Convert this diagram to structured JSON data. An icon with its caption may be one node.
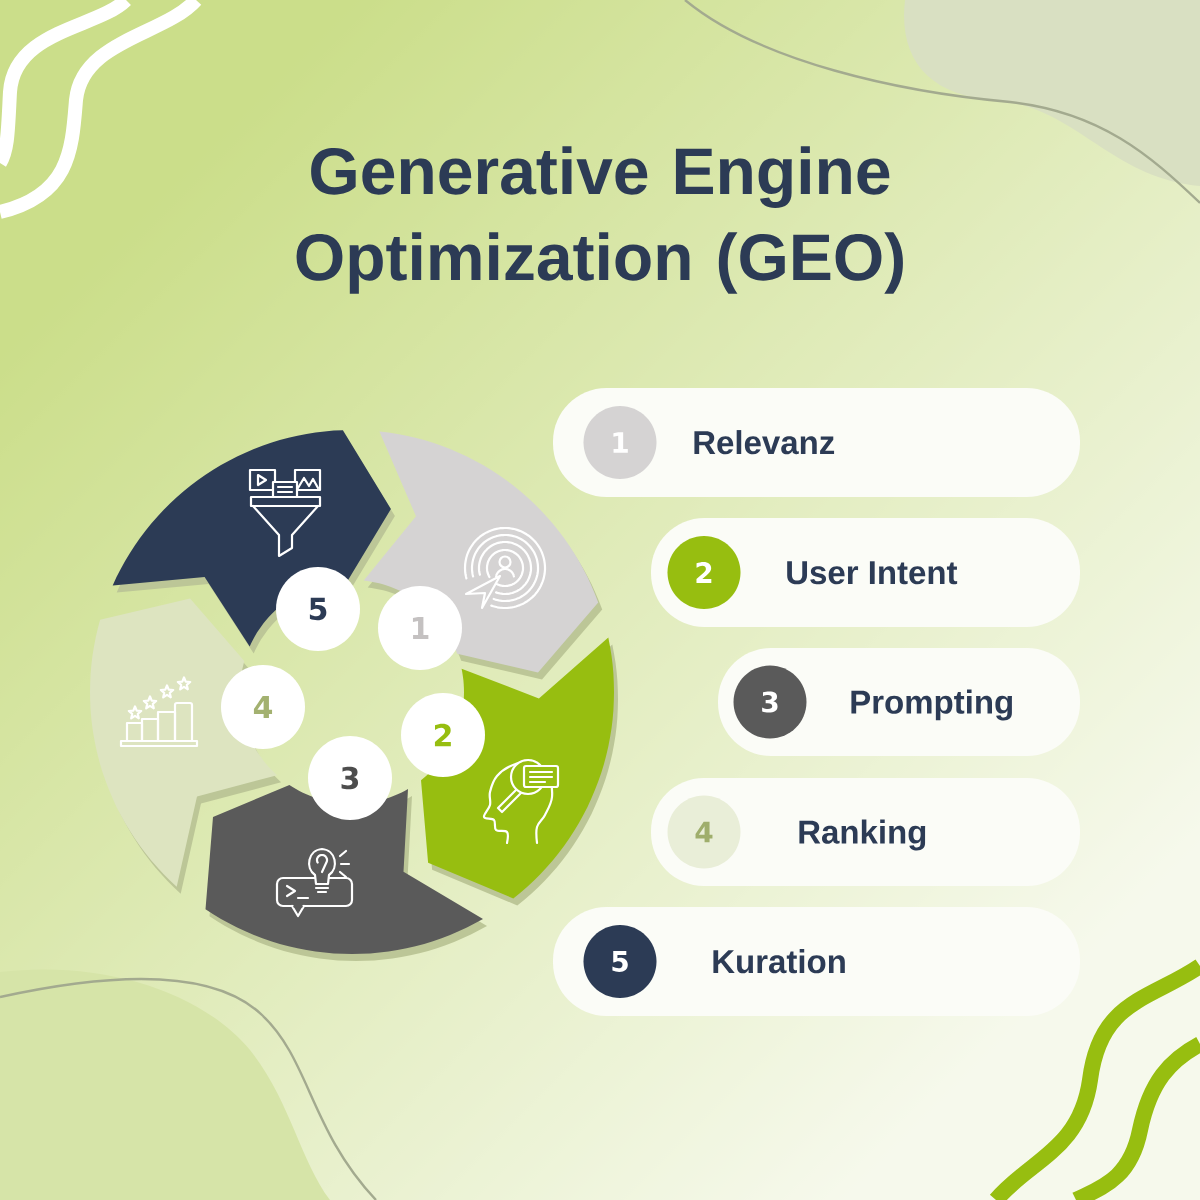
{
  "diagram": {
    "title": "Generative Engine Optimization (GEO)",
    "nodes": [
      {
        "text": [],
        "shape": "arrow"
      },
      {
        "text": [],
        "shape": "arrow"
      },
      {
        "text": [],
        "shape": "arrow"
      },
      {
        "text": [],
        "shape": "arrow"
      },
      {
        "text": [],
        "shape": "arrow"
      },
      {
        "text": [
          "1"
        ]
      },
      {
        "text": [
          "2"
        ]
      },
      {
        "text": [
          "3"
        ]
      },
      {
        "text": [
          "4"
        ]
      },
      {
        "text": [
          "5"
        ]
      },
      {
        "text": [
          "Relevanz"
        ]
      },
      {
        "text": [
          "1"
        ],
        "in": 10
      },
      {
        "text": [
          "User Intent"
        ]
      },
      {
        "text": [
          "2"
        ],
        "in": 12
      },
      {
        "text": [
          "Prompting"
        ]
      },
      {
        "text": [
          "3"
        ],
        "in": 14
      },
      {
        "text": [
          "Ranking"
        ]
      },
      {
        "text": [
          "4"
        ],
        "in": 16
      },
      {
        "text": [
          "Kuration"
        ]
      },
      {
        "text": [
          "5"
        ],
        "in": 18
      }
    ]
  }
}
